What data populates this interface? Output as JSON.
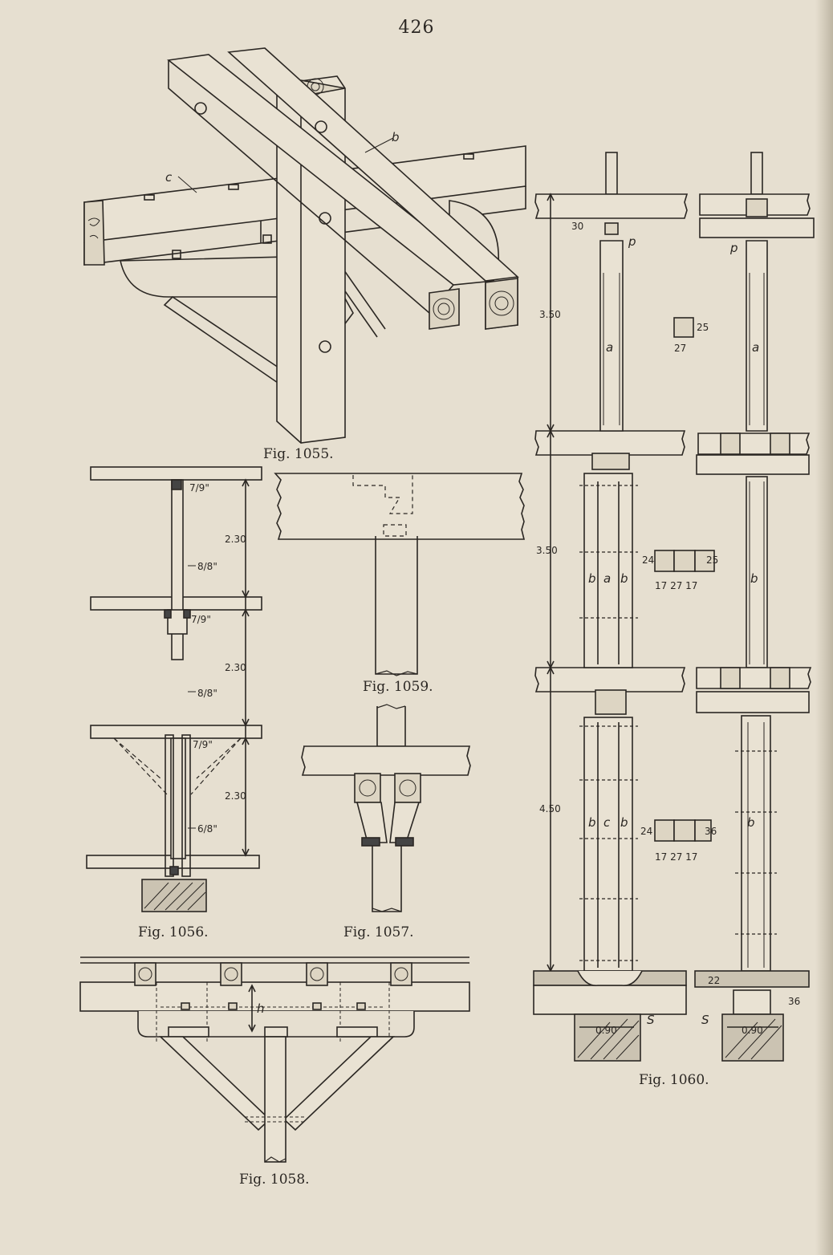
{
  "page": {
    "number": "426"
  },
  "figures": {
    "fig1055": {
      "caption": "Fig. 1055.",
      "labels": {
        "b": "b",
        "c": "c"
      }
    },
    "fig1056": {
      "caption": "Fig. 1056.",
      "dims": {
        "d1": "2.30",
        "d2": "2.30",
        "d3": "2.30"
      },
      "sizes": {
        "s1": "7/9\"",
        "s2": "8/8\"",
        "s3": "7/9\"",
        "s4": "8/8\"",
        "s5": "7/9\"",
        "s6": "6/8\""
      }
    },
    "fig1057": {
      "caption": "Fig. 1057."
    },
    "fig1058": {
      "caption": "Fig. 1058.",
      "labels": {
        "h": "h"
      }
    },
    "fig1059": {
      "caption": "Fig. 1059."
    },
    "fig1060": {
      "caption": "Fig. 1060.",
      "dims": {
        "top": "30",
        "h1": "3.50",
        "h2": "3.50",
        "h3": "4.50",
        "base": "0.90",
        "base2": "0.90",
        "slab": "22",
        "side": "36"
      },
      "labels": {
        "p": "p",
        "p2": "p",
        "a": "a",
        "a2": "a",
        "b1": "b",
        "a3": "a",
        "b2": "b",
        "b3": "b",
        "b4": "b",
        "c": "c",
        "b5": "b",
        "b6": "b",
        "s": "S",
        "s2": "S"
      },
      "sections": {
        "sec1": {
          "w": "25",
          "h": "27"
        },
        "sec2": {
          "l": "24",
          "r": "25",
          "bottom": "17 27 17"
        },
        "sec3": {
          "l": "24",
          "r": "36",
          "bottom": "17 27 17"
        }
      }
    }
  }
}
